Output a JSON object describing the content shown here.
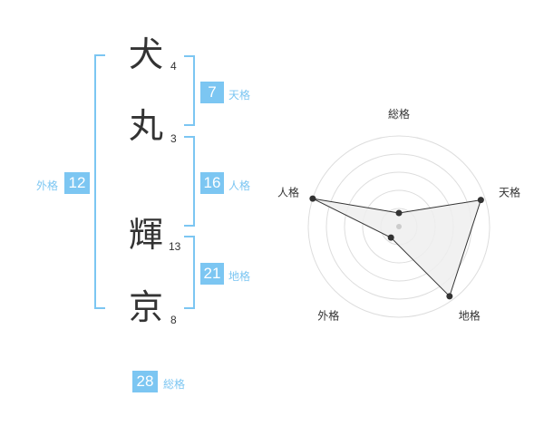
{
  "name": {
    "chars": [
      {
        "char": "犬",
        "strokes": "4"
      },
      {
        "char": "丸",
        "strokes": "3"
      },
      {
        "char": "輝",
        "strokes": "13"
      },
      {
        "char": "京",
        "strokes": "8"
      }
    ]
  },
  "fortune": {
    "tenkaku": {
      "label": "天格",
      "value": "7"
    },
    "jinkaku": {
      "label": "人格",
      "value": "16"
    },
    "chikaku": {
      "label": "地格",
      "value": "21"
    },
    "gaikaku": {
      "label": "外格",
      "value": "12"
    },
    "soukaku": {
      "label": "総格",
      "value": "28"
    }
  },
  "chart_data": {
    "type": "radar",
    "axes": [
      "総格",
      "天格",
      "地格",
      "外格",
      "人格"
    ],
    "values": [
      0.15,
      0.95,
      0.95,
      0.15,
      1.0
    ],
    "rings": 5,
    "colors": {
      "fill": "#eeeeee",
      "line": "#333333",
      "grid": "#dddddd",
      "point": "#333333"
    }
  }
}
